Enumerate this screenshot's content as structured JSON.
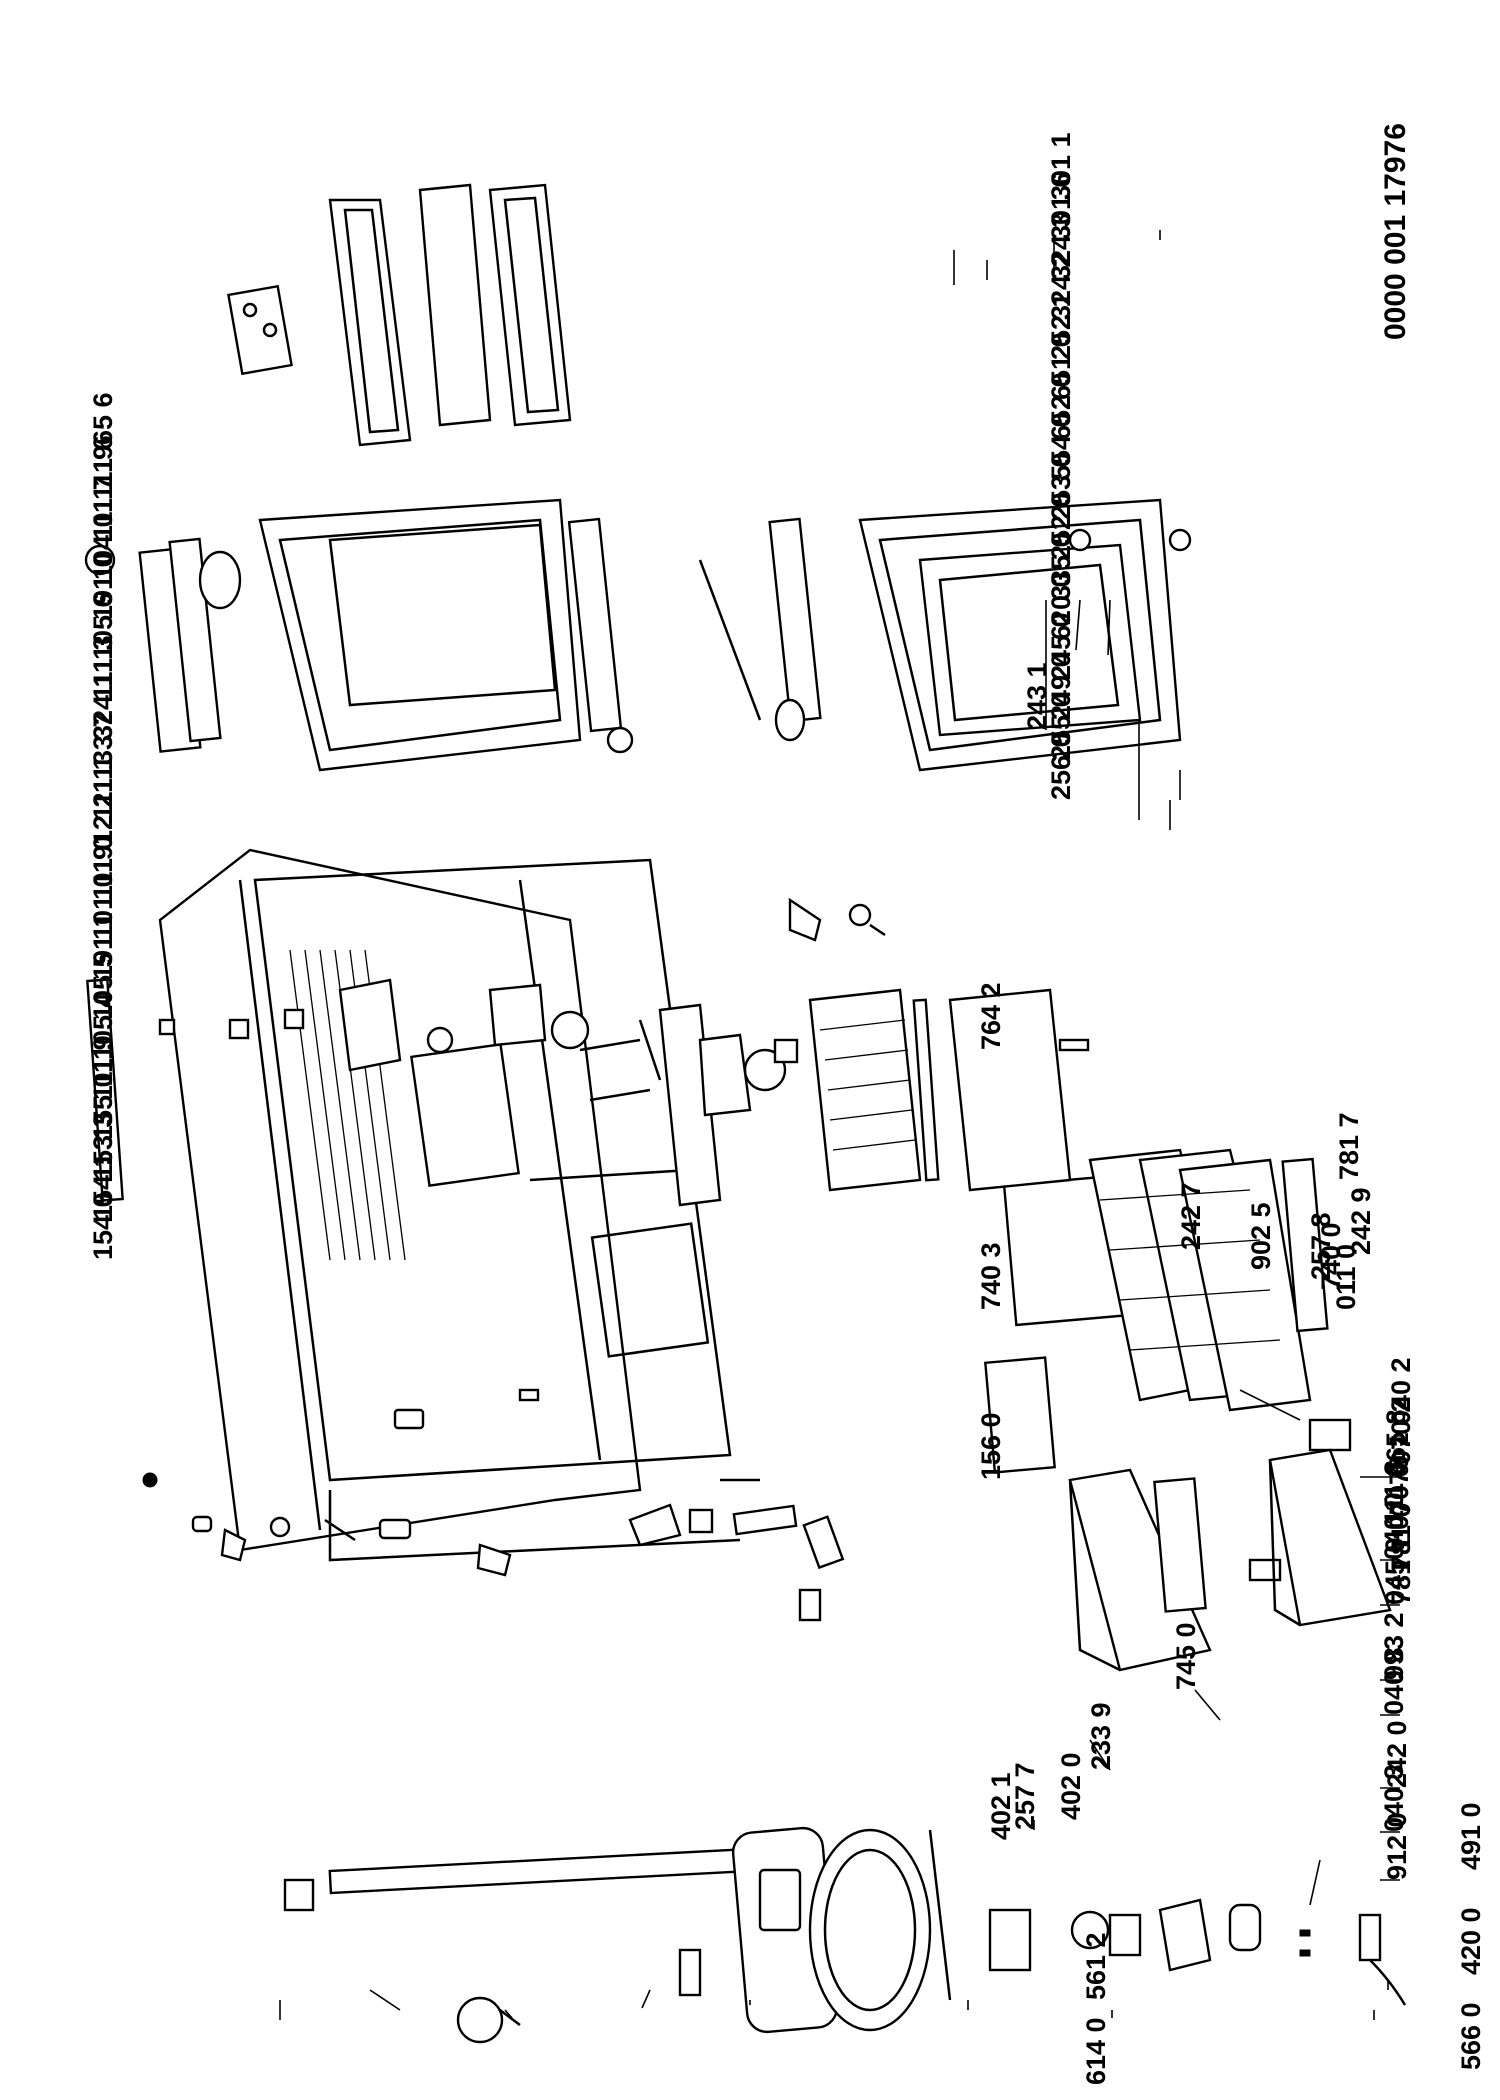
{
  "document_number": "0000 001 17976",
  "parts": [
    {
      "id": "p9658",
      "label": "965 8"
    },
    {
      "id": "p1118",
      "label": "111 8"
    },
    {
      "id": "p0400",
      "label": "040 0"
    },
    {
      "id": "p0459",
      "label": "045 9"
    },
    {
      "id": "p9932",
      "label": "993 2"
    },
    {
      "id": "p0408",
      "label": "040 8"
    },
    {
      "id": "p2420",
      "label": "242 0"
    },
    {
      "id": "p0403",
      "label": "040 3"
    },
    {
      "id": "p9120",
      "label": "912 0"
    },
    {
      "id": "p0402",
      "label": "040 2"
    },
    {
      "id": "p0702",
      "label": "070 2"
    },
    {
      "id": "p0701",
      "label": "070 1"
    },
    {
      "id": "p0700",
      "label": "070 0"
    },
    {
      "id": "p7810",
      "label": "781 0"
    },
    {
      "id": "p7811",
      "label": "781 1"
    },
    {
      "id": "p0110",
      "label": "011 0"
    },
    {
      "id": "p7403",
      "label": "740 3"
    },
    {
      "id": "p7400",
      "label": "740 0"
    },
    {
      "id": "p7817",
      "label": "781 7"
    },
    {
      "id": "p7642",
      "label": "764 2"
    },
    {
      "id": "p4021",
      "label": "402 1"
    },
    {
      "id": "p4020",
      "label": "402 0"
    },
    {
      "id": "p5612",
      "label": "561 2"
    },
    {
      "id": "p6140",
      "label": "614 0"
    },
    {
      "id": "p4910",
      "label": "491 0"
    },
    {
      "id": "p4200",
      "label": "420 0"
    },
    {
      "id": "p5660",
      "label": "566 0"
    },
    {
      "id": "p1560",
      "label": "156 0"
    },
    {
      "id": "p2431",
      "label": "243 1"
    },
    {
      "id": "p7450",
      "label": "745 0"
    },
    {
      "id": "p2339",
      "label": "233 9"
    },
    {
      "id": "p2577",
      "label": "257 7"
    },
    {
      "id": "p2427",
      "label": "242 7"
    },
    {
      "id": "p9025",
      "label": "902 5"
    },
    {
      "id": "p2578",
      "label": "257 8"
    },
    {
      "id": "p2429",
      "label": "242 9"
    },
    {
      "id": "p3011",
      "label": "301 1"
    },
    {
      "id": "p3016",
      "label": "301 6"
    },
    {
      "id": "p3243",
      "label": "324 3"
    },
    {
      "id": "p3242",
      "label": "324 2"
    },
    {
      "id": "p2521",
      "label": "252 1"
    },
    {
      "id": "p6510",
      "label": "651 0"
    },
    {
      "id": "p6520",
      "label": "652 0"
    },
    {
      "id": "p5540",
      "label": "554 0"
    },
    {
      "id": "p2530",
      "label": "253 0"
    },
    {
      "id": "p2520",
      "label": "252 0"
    },
    {
      "id": "p3350",
      "label": "335 0"
    },
    {
      "id": "p6200",
      "label": "620 0"
    },
    {
      "id": "p2450",
      "label": "245 0"
    },
    {
      "id": "p2490",
      "label": "249 0"
    },
    {
      "id": "p2550",
      "label": "255 0"
    },
    {
      "id": "p2560",
      "label": "256 0"
    },
    {
      "id": "p9656",
      "label": "965 6"
    },
    {
      "id": "p1116",
      "label": "111 6"
    },
    {
      "id": "p1117",
      "label": "111 7"
    },
    {
      "id": "p1040",
      "label": "104 0"
    },
    {
      "id": "p1910",
      "label": "191 0"
    },
    {
      "id": "p1056",
      "label": "105 6"
    },
    {
      "id": "p1113",
      "label": "111 3"
    },
    {
      "id": "p3241",
      "label": "324 1"
    },
    {
      "id": "p1337",
      "label": "133 7"
    },
    {
      "id": "p1111",
      "label": "111 1"
    },
    {
      "id": "p9122",
      "label": "912 2"
    },
    {
      "id": "p1110",
      "label": "111 0"
    },
    {
      "id": "p1010",
      "label": "101 0"
    },
    {
      "id": "p1911",
      "label": "191 1"
    },
    {
      "id": "p1055",
      "label": "105 5"
    },
    {
      "id": "p1054",
      "label": "105 4"
    },
    {
      "id": "p1119",
      "label": "111 9"
    },
    {
      "id": "p1550",
      "label": "155 0"
    },
    {
      "id": "p1533",
      "label": "153 3"
    },
    {
      "id": "p1541",
      "label": "154 1"
    },
    {
      "id": "p1540",
      "label": "154 0"
    }
  ]
}
